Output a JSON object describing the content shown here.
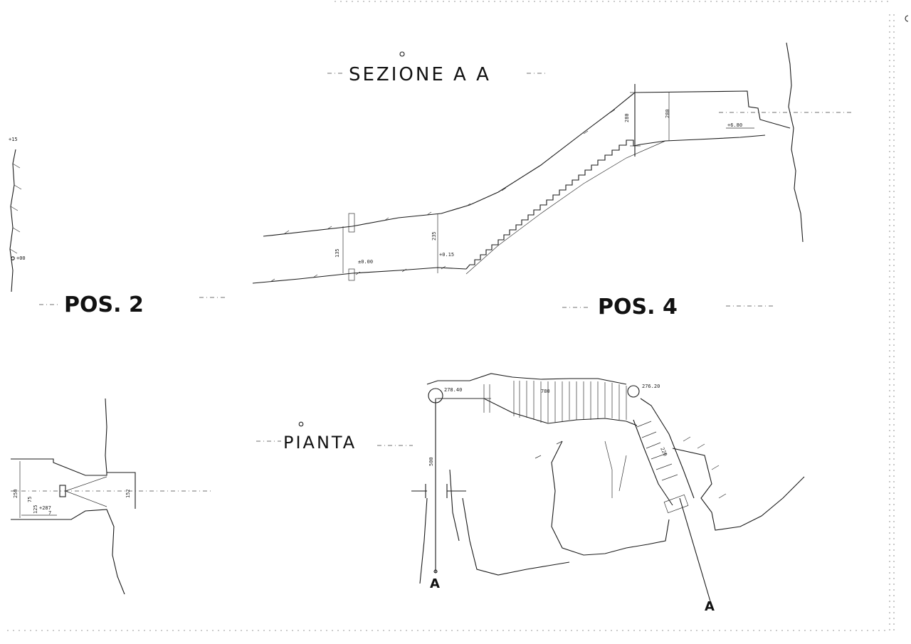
{
  "titles": {
    "section": "SEZIONE  A A",
    "plan": "PIANTA",
    "pos2": "POS. 2",
    "pos4": "POS. 4"
  },
  "section_dims": {
    "level_zero": "±0.00",
    "level_mid": "+0.15",
    "level_top": "+6.80",
    "rise_left": "135",
    "rise_mid": "235",
    "rise_right": "280",
    "rise_far": "280"
  },
  "plan_dims": {
    "length_top": "780",
    "vertical": "500",
    "diag": "220",
    "point_a": "278.40",
    "point_b": "276.20",
    "marker_a": "A",
    "marker_b": "A"
  },
  "pos2_dims": {
    "height": "250",
    "w1": "75",
    "w2": "125",
    "level": "+287",
    "right": "152",
    "bottom": "7"
  },
  "left_strip": {
    "top": "+15",
    "bottom": "+00"
  }
}
